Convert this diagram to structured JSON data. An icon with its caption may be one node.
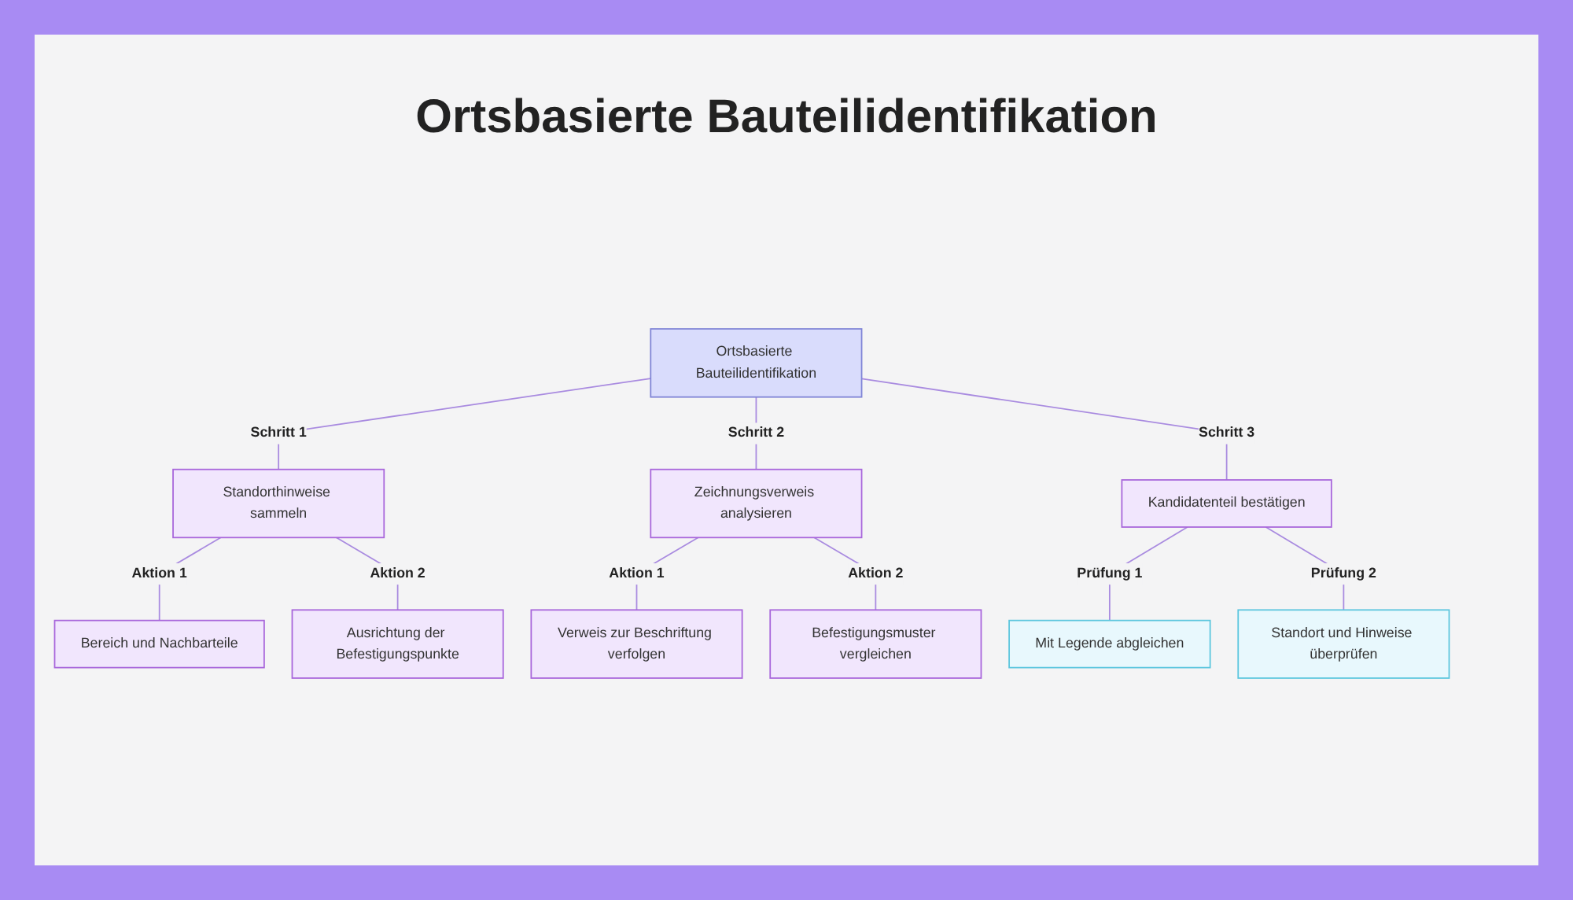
{
  "diagram": {
    "title": "Ortsbasierte Bauteilidentifikation",
    "nodes": [
      {
        "text": [
          "Ortsbasierte Bauteilidentifikation"
        ]
      },
      {
        "text": [
          "Standorthinweise sammeln"
        ]
      },
      {
        "text": [
          "Zeichnungsverweis analysieren"
        ]
      },
      {
        "text": [
          "Kandidatenteil bestätigen"
        ]
      },
      {
        "text": [
          "Bereich und Nachbarteile"
        ]
      },
      {
        "text": [
          "Ausrichtung der Befestigungspunkte"
        ]
      },
      {
        "text": [
          "Verweis zur Beschriftung verfolgen"
        ]
      },
      {
        "text": [
          "Befestigungsmuster vergleichen"
        ]
      },
      {
        "text": [
          "Mit Legende abgleichen"
        ]
      },
      {
        "text": [
          "Standort und Hinweise überprüfen"
        ]
      }
    ],
    "edges": [
      {
        "from": 0,
        "to": 1,
        "arrow": "none",
        "label": "Schritt 1"
      },
      {
        "from": 0,
        "to": 2,
        "arrow": "none",
        "label": "Schritt 2"
      },
      {
        "from": 0,
        "to": 3,
        "arrow": "none",
        "label": "Schritt 3"
      },
      {
        "from": 1,
        "to": 4,
        "arrow": "none",
        "label": "Aktion 1"
      },
      {
        "from": 1,
        "to": 5,
        "arrow": "none",
        "label": "Aktion 2"
      },
      {
        "from": 2,
        "to": 6,
        "arrow": "none",
        "label": "Aktion 1"
      },
      {
        "from": 2,
        "to": 7,
        "arrow": "none",
        "label": "Aktion 2"
      },
      {
        "from": 3,
        "to": 8,
        "arrow": "none",
        "label": "Prüfung 1"
      },
      {
        "from": 3,
        "to": 9,
        "arrow": "none",
        "label": "Prüfung 2"
      }
    ]
  }
}
